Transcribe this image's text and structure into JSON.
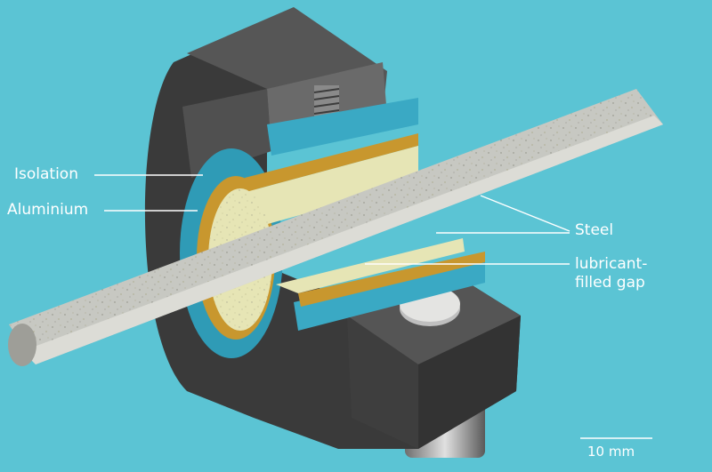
{
  "labels": {
    "isolation": "Isolation",
    "aluminium": "Aluminium",
    "steel": "Steel",
    "lubricant_gap": "lubricant-\nfilled gap",
    "scale_bar": "10 mm"
  },
  "colors": {
    "background": "#5bc4d4",
    "housing": "#4a4a4a",
    "isolation": "#3aa9c4",
    "aluminium": "#c8972e",
    "steel": "#c7c8c2",
    "lubricant": "#e6e5b5",
    "leader_lines": "#ffffff"
  }
}
